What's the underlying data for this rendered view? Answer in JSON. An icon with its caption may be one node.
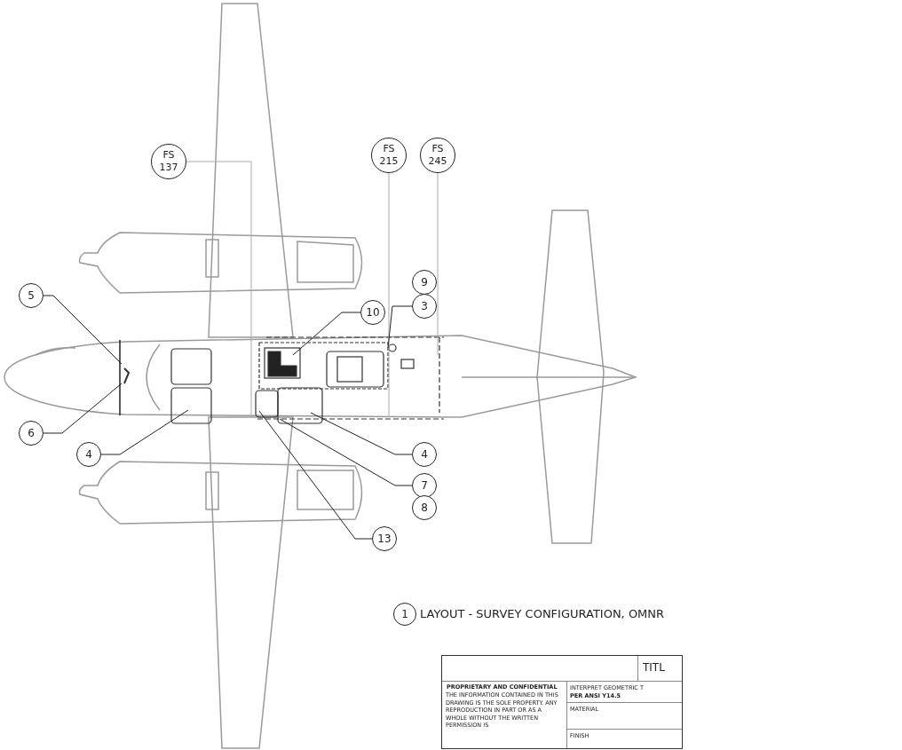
{
  "diagram": {
    "nodes": [
      {
        "text": [
          "FS 137"
        ]
      },
      {
        "text": [
          "FS 215"
        ]
      },
      {
        "text": [
          "FS 245"
        ]
      },
      {
        "text": [
          "5"
        ]
      },
      {
        "text": [
          "6"
        ]
      },
      {
        "text": [
          "4"
        ]
      },
      {
        "text": [
          "9"
        ]
      },
      {
        "text": [
          "3"
        ]
      },
      {
        "text": [
          "10"
        ]
      },
      {
        "text": [
          "4"
        ]
      },
      {
        "text": [
          "7"
        ]
      },
      {
        "text": [
          "8"
        ]
      },
      {
        "text": [
          "13"
        ]
      },
      {
        "text": [
          "1"
        ],
        "beside": [
          "LAYOUT - SURVEY CONFIGURATION, OMNR"
        ]
      }
    ],
    "edges": [
      {
        "from": 3,
        "to": null,
        "arrow": "none"
      },
      {
        "from": 4,
        "to": null,
        "arrow": "none"
      },
      {
        "from": 5,
        "to": null,
        "arrow": "none"
      },
      {
        "from": 7,
        "to": null,
        "arrow": "none"
      },
      {
        "from": 8,
        "to": null,
        "arrow": "none"
      },
      {
        "from": 9,
        "to": null,
        "arrow": "none"
      },
      {
        "from": 10,
        "to": null,
        "arrow": "none"
      },
      {
        "from": 12,
        "to": null,
        "arrow": "none"
      }
    ],
    "labels": [
      "TITL",
      "PROPRIETARY AND CONFIDENTIAL",
      "THE INFORMATION CONTAINED IN THIS DRAWING IS THE SOLE PROPERTY. ANY REPRODUCTION IN PART OR AS A WHOLE WITHOUT THE WRITTEN PERMISSION IS",
      "INTERPRET GEOMETRIC T",
      "PER ANSI Y14.5",
      "MATERIAL",
      "FINISH"
    ]
  }
}
